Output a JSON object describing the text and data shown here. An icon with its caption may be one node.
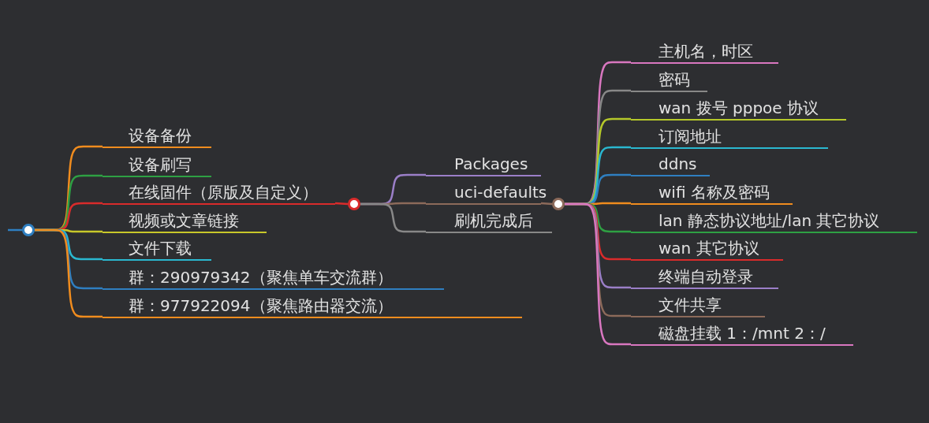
{
  "diagram": {
    "nodes": [
      {
        "text": [],
        "shape": "circle"
      },
      {
        "text": [
          "设备备份"
        ]
      },
      {
        "text": [
          "设备刷写"
        ]
      },
      {
        "text": [
          "在线固件（原版及自定义）"
        ]
      },
      {
        "text": [],
        "shape": "circle"
      },
      {
        "text": [
          "视频或文章链接"
        ]
      },
      {
        "text": [
          "文件下载"
        ]
      },
      {
        "text": [
          "群：290979342（聚焦单车交流群）"
        ]
      },
      {
        "text": [
          "群：977922094（聚焦路由器交流）"
        ]
      },
      {
        "text": [
          "Packages"
        ]
      },
      {
        "text": [
          "uci-defaults"
        ]
      },
      {
        "text": [],
        "shape": "circle"
      },
      {
        "text": [
          "刷机完成后"
        ]
      },
      {
        "text": [
          "主机名，时区"
        ]
      },
      {
        "text": [
          "密码"
        ]
      },
      {
        "text": [
          "wan 拨号 pppoe 协议"
        ]
      },
      {
        "text": [
          "订阅地址"
        ]
      },
      {
        "text": [
          "ddns"
        ]
      },
      {
        "text": [
          "wifi 名称及密码"
        ]
      },
      {
        "text": [
          "lan 静态协议地址/lan 其它协议"
        ]
      },
      {
        "text": [
          "wan 其它协议"
        ]
      },
      {
        "text": [
          "终端自动登录"
        ]
      },
      {
        "text": [
          "文件共享"
        ]
      },
      {
        "text": [
          "磁盘挂载 1：/mnt 2：/"
        ]
      }
    ],
    "edges": [
      {
        "from": null,
        "to": 0,
        "arrow": "none",
        "color": "#2f7fc1"
      },
      {
        "from": 0,
        "to": 1,
        "arrow": "none",
        "color": "#f08c1e"
      },
      {
        "from": 0,
        "to": 2,
        "arrow": "none",
        "color": "#2ea043"
      },
      {
        "from": 0,
        "to": 3,
        "arrow": "none",
        "color": "#d92b2b"
      },
      {
        "from": 3,
        "to": 4,
        "arrow": "none",
        "color": "#d92b2b"
      },
      {
        "from": 0,
        "to": 5,
        "arrow": "none",
        "color": "#c8c82a"
      },
      {
        "from": 0,
        "to": 6,
        "arrow": "none",
        "color": "#2ab8d0"
      },
      {
        "from": 0,
        "to": 7,
        "arrow": "none",
        "color": "#2f7fc1"
      },
      {
        "from": 0,
        "to": 8,
        "arrow": "none",
        "color": "#f08c1e"
      },
      {
        "from": 4,
        "to": 9,
        "arrow": "none",
        "color": "#9b7fc8"
      },
      {
        "from": 4,
        "to": 10,
        "arrow": "none",
        "color": "#8c6a5a"
      },
      {
        "from": 10,
        "to": 11,
        "arrow": "none",
        "color": "#8c6a5a"
      },
      {
        "from": 4,
        "to": 12,
        "arrow": "none",
        "color": "#888888"
      },
      {
        "from": 11,
        "to": 13,
        "arrow": "none",
        "color": "#d977c0"
      },
      {
        "from": 11,
        "to": 14,
        "arrow": "none",
        "color": "#888888"
      },
      {
        "from": 11,
        "to": 15,
        "arrow": "none",
        "color": "#b5c82a"
      },
      {
        "from": 11,
        "to": 16,
        "arrow": "none",
        "color": "#2ab8d0"
      },
      {
        "from": 11,
        "to": 17,
        "arrow": "none",
        "color": "#2f7fc1"
      },
      {
        "from": 11,
        "to": 18,
        "arrow": "none",
        "color": "#f08c1e"
      },
      {
        "from": 11,
        "to": 19,
        "arrow": "none",
        "color": "#2ea043"
      },
      {
        "from": 11,
        "to": 20,
        "arrow": "none",
        "color": "#d92b2b"
      },
      {
        "from": 11,
        "to": 21,
        "arrow": "none",
        "color": "#9b7fc8"
      },
      {
        "from": 11,
        "to": 22,
        "arrow": "none",
        "color": "#8c6a5a"
      },
      {
        "from": 11,
        "to": 23,
        "arrow": "none",
        "color": "#d977c0"
      }
    ]
  }
}
